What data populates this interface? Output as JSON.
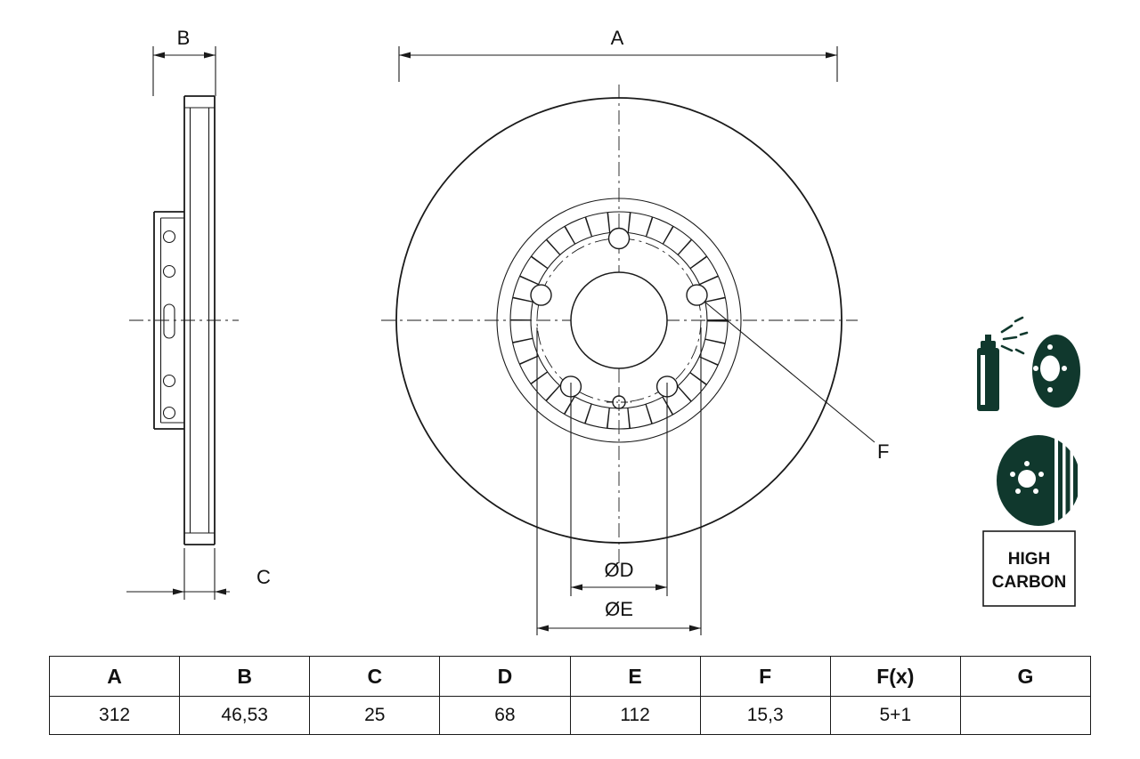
{
  "drawing": {
    "dim_labels": {
      "a": "A",
      "b": "B",
      "c": "C",
      "d": "ØD",
      "e": "ØE",
      "f": "F"
    },
    "badge": {
      "line1": "HIGH",
      "line2": "CARBON"
    },
    "colors": {
      "line": "#1a1a1a",
      "icon_green": "#10382d"
    },
    "icon_names": [
      "coating-spray-disc-icon",
      "vented-brake-disc-icon"
    ]
  },
  "table": {
    "headers": [
      "A",
      "B",
      "C",
      "D",
      "E",
      "F",
      "F(x)",
      "G"
    ],
    "values": [
      "312",
      "46,53",
      "25",
      "68",
      "112",
      "15,3",
      "5+1",
      ""
    ]
  }
}
